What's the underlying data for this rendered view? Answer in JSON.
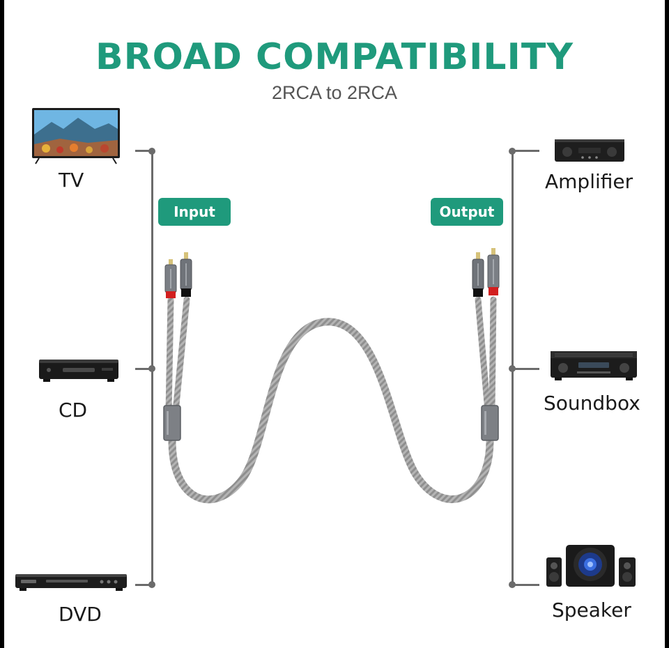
{
  "header": {
    "title": "BROAD COMPATIBILITY",
    "subtitle": "2RCA to 2RCA"
  },
  "badges": {
    "input": "Input",
    "output": "Output"
  },
  "devices": {
    "left": [
      {
        "label": "TV",
        "icon": "tv-icon"
      },
      {
        "label": "CD",
        "icon": "cd-player-icon"
      },
      {
        "label": "DVD",
        "icon": "dvd-player-icon"
      }
    ],
    "right": [
      {
        "label": "Amplifier",
        "icon": "amplifier-icon"
      },
      {
        "label": "Soundbox",
        "icon": "soundbox-icon"
      },
      {
        "label": "Speaker",
        "icon": "speaker-icon"
      }
    ]
  },
  "colors": {
    "accent": "#1f9a7c",
    "connector_line": "#6b6b6b",
    "cable": "#8a8a8a",
    "red_plug": "#d21f1f",
    "black_plug": "#111111"
  }
}
